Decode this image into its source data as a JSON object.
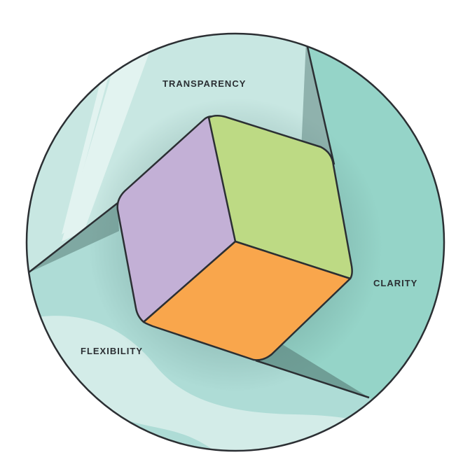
{
  "labels": {
    "transparency": "TRANSPARENCY",
    "clarity": "CLARITY",
    "flexibility": "FLEXIBILITY"
  },
  "colors": {
    "cube_top_left": "#c3b0d6",
    "cube_top_right": "#bdda84",
    "cube_bottom": "#f9a64c",
    "back_wall": "#c8e7e2",
    "right_wall": "#95d4c8",
    "floor": "#aedcd6",
    "outline": "#2b2f33"
  }
}
